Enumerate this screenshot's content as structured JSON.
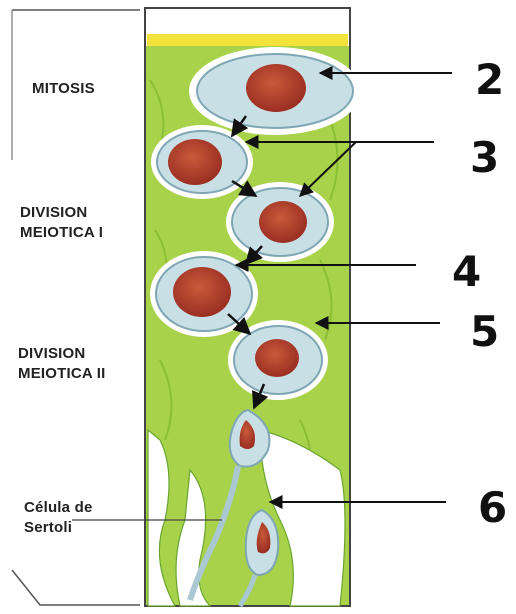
{
  "labels": {
    "mitosis": "MITOSIS",
    "meiosis1_line1": "DIVISION",
    "meiosis1_line2": "MEIOTICA I",
    "meiosis2_line1": "DIVISION",
    "meiosis2_line2": "MEIOTICA II",
    "sertoli_line1": "Célula de",
    "sertoli_line2": "Sertoli"
  },
  "numbers": [
    "2",
    "3",
    "4",
    "5",
    "6"
  ],
  "colors": {
    "sertoli_green": "#9ccb3c",
    "sertoli_dark": "#7fb52e",
    "cell_fill": "#c9dfe6",
    "cell_edge": "#7fa7b3",
    "nucleus": "#b2402c",
    "basal_band": "#f3e23a",
    "arrow": "#111111"
  }
}
